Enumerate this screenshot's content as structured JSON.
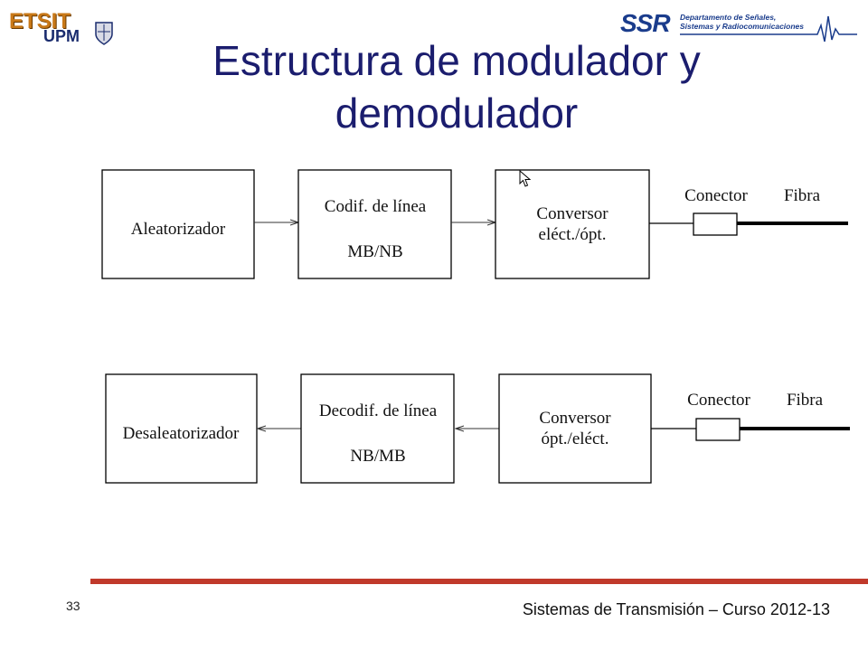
{
  "header": {
    "logo_left_top": "ETSIT",
    "logo_left_bottom": "UPM",
    "logo_right_mark": "SSR",
    "logo_right_line1": "Departamento de Señales,",
    "logo_right_line2": "Sistemas y Radiocomunicaciones"
  },
  "title": {
    "line1": "Estructura de modulador y",
    "line2": "demodulador"
  },
  "diagram": {
    "modulator": {
      "block1": "Aleatorizador",
      "block2_line1": "Codif. de línea",
      "block2_line2": "MB/NB",
      "block3_line1": "Conversor",
      "block3_line2": "eléct./ópt.",
      "connector_label": "Conector",
      "fiber_label": "Fibra"
    },
    "demodulator": {
      "block1": "Desaleatorizador",
      "block2_line1": "Decodif. de línea",
      "block2_line2": "NB/MB",
      "block3_line1": "Conversor",
      "block3_line2": "ópt./eléct.",
      "connector_label": "Conector",
      "fiber_label": "Fibra"
    }
  },
  "footer": {
    "page_number": "33",
    "course": "Sistemas de Transmisión – Curso 2012-13"
  },
  "colors": {
    "title": "#1b1d6e",
    "footer_bar": "#c0392b"
  }
}
